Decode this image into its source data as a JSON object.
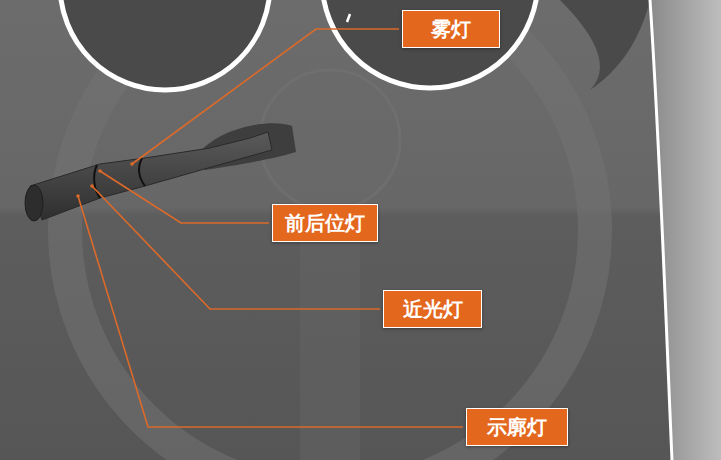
{
  "diagram": {
    "nodes": [
      {
        "text": [
          "雾灯"
        ]
      },
      {
        "text": [
          "前后位灯"
        ]
      },
      {
        "text": [
          "近光灯"
        ]
      },
      {
        "text": [
          "示廓灯"
        ]
      }
    ]
  }
}
